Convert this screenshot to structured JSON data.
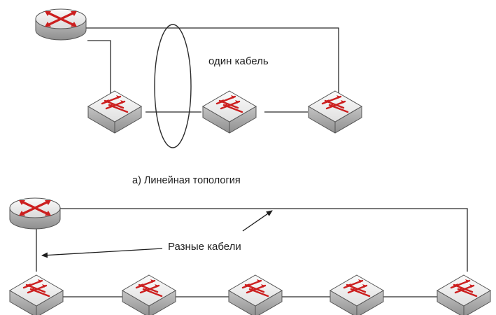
{
  "topology_a": {
    "annotation": "один кабель",
    "caption": "а) Линейная топология"
  },
  "topology_b": {
    "annotation": "Разные кабели"
  },
  "device_icons": {
    "router": "router-icon",
    "switch": "switch-icon"
  },
  "colors": {
    "router_body": "#c9c9c9",
    "switch_body": "#d4d4d4",
    "arrows": "#cc1f1f",
    "cable": "#2a2a2a"
  }
}
